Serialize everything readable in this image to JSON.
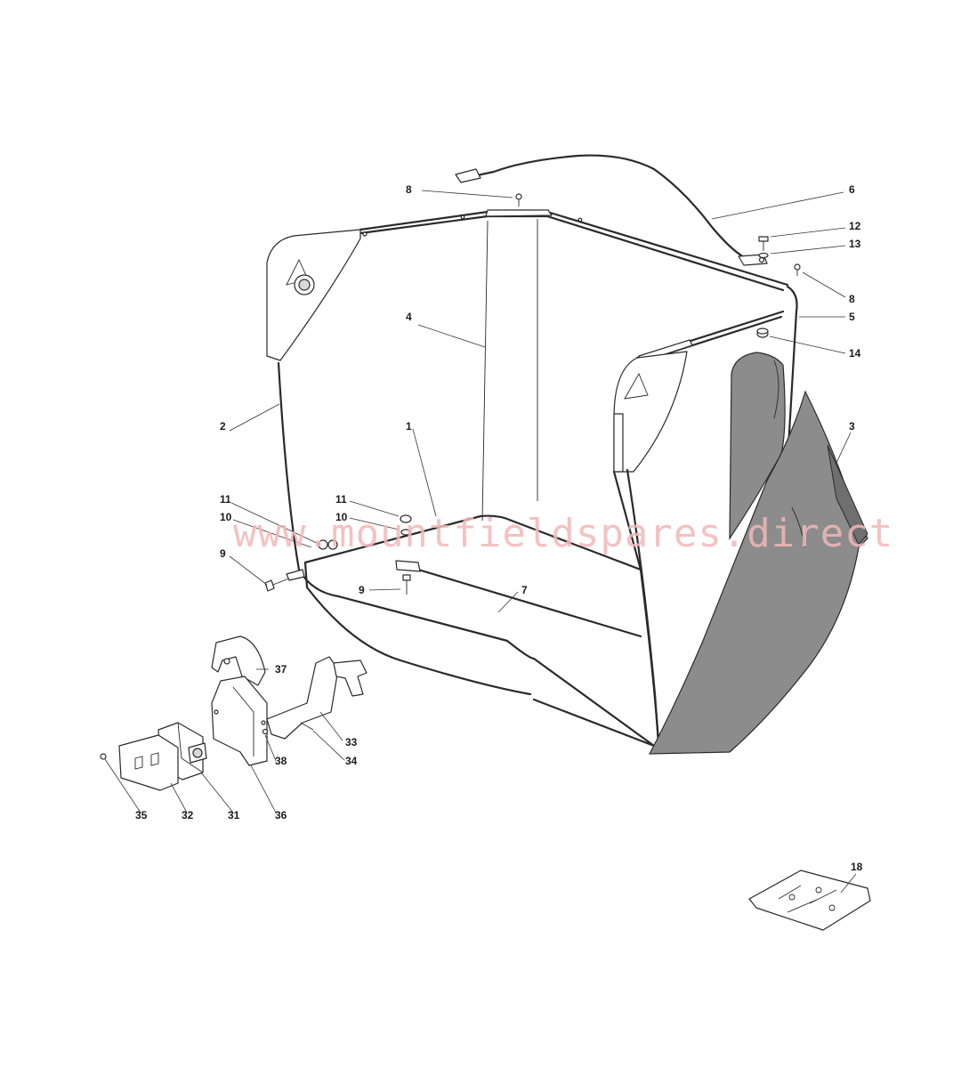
{
  "watermark": "www.mountfieldspares.direct",
  "callouts": [
    {
      "id": "c-8a",
      "label": "8"
    },
    {
      "id": "c-6",
      "label": "6"
    },
    {
      "id": "c-12",
      "label": "12"
    },
    {
      "id": "c-13",
      "label": "13"
    },
    {
      "id": "c-8b",
      "label": "8"
    },
    {
      "id": "c-5",
      "label": "5"
    },
    {
      "id": "c-4",
      "label": "4"
    },
    {
      "id": "c-14",
      "label": "14"
    },
    {
      "id": "c-2",
      "label": "2"
    },
    {
      "id": "c-1",
      "label": "1"
    },
    {
      "id": "c-3",
      "label": "3"
    },
    {
      "id": "c-11a",
      "label": "11"
    },
    {
      "id": "c-10a",
      "label": "10"
    },
    {
      "id": "c-11b",
      "label": "11"
    },
    {
      "id": "c-10b",
      "label": "10"
    },
    {
      "id": "c-9a",
      "label": "9"
    },
    {
      "id": "c-9b",
      "label": "9"
    },
    {
      "id": "c-7",
      "label": "7"
    },
    {
      "id": "c-37",
      "label": "37"
    },
    {
      "id": "c-33",
      "label": "33"
    },
    {
      "id": "c-38",
      "label": "38"
    },
    {
      "id": "c-34",
      "label": "34"
    },
    {
      "id": "c-35",
      "label": "35"
    },
    {
      "id": "c-32",
      "label": "32"
    },
    {
      "id": "c-31",
      "label": "31"
    },
    {
      "id": "c-36",
      "label": "36"
    },
    {
      "id": "c-18",
      "label": "18"
    }
  ],
  "colors": {
    "line": "#2a2a2a",
    "bag": "#8c8c8c",
    "bag_dark": "#6f6f6f",
    "watermark": "#f2b8b8"
  }
}
